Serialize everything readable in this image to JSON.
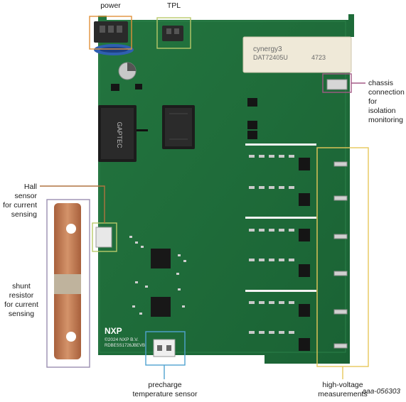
{
  "callouts": {
    "power": "power",
    "tpl": "TPL",
    "chassis": [
      "chassis",
      "connection",
      "for isolation",
      "monitoring"
    ],
    "hall": [
      "Hall sensor",
      "for current",
      "sensing"
    ],
    "shunt": [
      "shunt",
      "resistor",
      "for current",
      "sensing"
    ],
    "precharge": [
      "precharge",
      "temperature sensor"
    ],
    "high_voltage": [
      "high-voltage",
      "measurements"
    ]
  },
  "board_markings": {
    "brand": "NXP",
    "copyright": "©2024 NXP B.V.",
    "board_id": "RDBESS1726JBEVB",
    "capacitor_brand": "cynergy3",
    "capacitor_part": "DAT72405U",
    "capacitor_code": "4723",
    "transformer_brand": "GAPTEC"
  },
  "figure_id": "aaa-056303",
  "colors": {
    "pcb": "#1f6e3c",
    "pcb_dark": "#175a30",
    "callout_orange": "#e0923a",
    "callout_green": "#b8c96a",
    "callout_purple": "#a35a86",
    "callout_copper": "#b07440",
    "callout_gray": "#9a8fb0",
    "callout_blue": "#4fa3cf",
    "callout_yellow": "#e6c85a",
    "copper": "#c9825a"
  }
}
